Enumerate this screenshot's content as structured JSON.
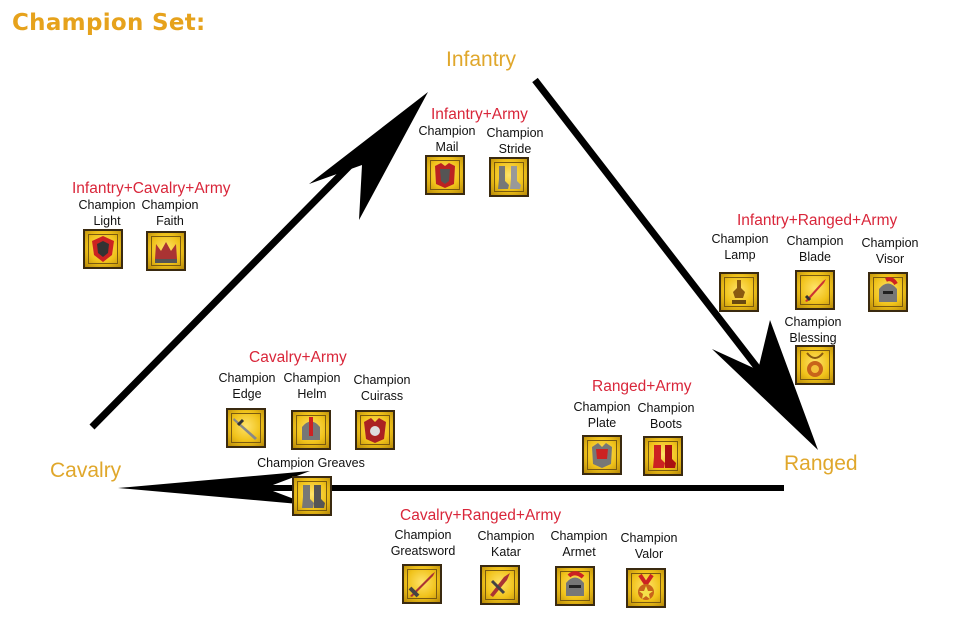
{
  "title": "Champion Set:",
  "nodes": {
    "infantry": "Infantry",
    "cavalry": "Cavalry",
    "ranged": "Ranged"
  },
  "groups": {
    "infantry_army": {
      "label": "Infantry+Army",
      "items": [
        {
          "label": "Champion\nMail",
          "icon": "chest-armor-icon"
        },
        {
          "label": "Champion\nStride",
          "icon": "boots-icon"
        }
      ]
    },
    "infantry_cavalry_army": {
      "label": "Infantry+Cavalry+Army",
      "items": [
        {
          "label": "Champion\nLight",
          "icon": "shield-icon"
        },
        {
          "label": "Champion\nFaith",
          "icon": "crown-icon"
        }
      ]
    },
    "infantry_ranged_army": {
      "label": "Infantry+Ranged+Army",
      "items": [
        {
          "label": "Champion\nLamp",
          "icon": "lamp-icon"
        },
        {
          "label": "Champion\nBlade",
          "icon": "sword-icon"
        },
        {
          "label": "Champion\nVisor",
          "icon": "helmet-icon"
        },
        {
          "label": "Champion\nBlessing",
          "icon": "amulet-icon"
        }
      ]
    },
    "cavalry_army": {
      "label": "Cavalry+Army",
      "items": [
        {
          "label": "Champion\nEdge",
          "icon": "sword-icon"
        },
        {
          "label": "Champion\nHelm",
          "icon": "helmet-icon"
        },
        {
          "label": "Champion\nCuirass",
          "icon": "chest-armor-icon"
        },
        {
          "label": "Champion Greaves",
          "icon": "boots-icon"
        }
      ]
    },
    "ranged_army": {
      "label": "Ranged+Army",
      "items": [
        {
          "label": "Champion\nPlate",
          "icon": "chest-armor-icon"
        },
        {
          "label": "Champion\nBoots",
          "icon": "boots-icon"
        }
      ]
    },
    "cavalry_ranged_army": {
      "label": "Cavalry+Ranged+Army",
      "items": [
        {
          "label": "Champion\nGreatsword",
          "icon": "greatsword-icon"
        },
        {
          "label": "Champion\nKatar",
          "icon": "katar-icon"
        },
        {
          "label": "Champion\nArmet",
          "icon": "helmet-icon"
        },
        {
          "label": "Champion\nValor",
          "icon": "medal-icon"
        }
      ]
    }
  },
  "colors": {
    "title": "#e6a21c",
    "node": "#e0a72b",
    "group": "#d9263a",
    "arrow": "#000000",
    "icon_gold": "#f0c21a"
  }
}
